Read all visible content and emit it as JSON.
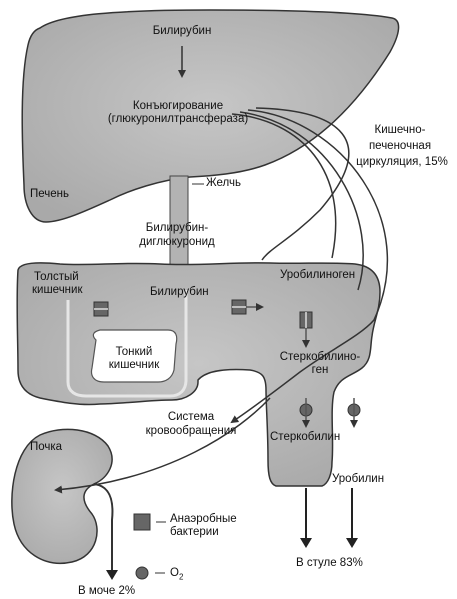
{
  "labels": {
    "bilirubin_liver": "Билирубин",
    "conjugation_line1": "Конъюгирование",
    "conjugation_line2": "(глюкуронилтрансфераза)",
    "liver": "Печень",
    "bile": "Желчь",
    "enterohepatic_line1": "Кишечно-",
    "enterohepatic_line2": "печеночная",
    "enterohepatic_line3": "циркуляция, 15%",
    "diglucuronide_line1": "Билирубин-",
    "diglucuronide_line2": "диглюкуронид",
    "large_intestine_line1": "Толстый",
    "large_intestine_line2": "кишечник",
    "bilirubin_intestine": "Билирубин",
    "urobilinogen": "Уробилиноген",
    "small_intestine_line1": "Тонкий",
    "small_intestine_line2": "кишечник",
    "stercobilinogen_line1": "Стеркобилино-",
    "stercobilinogen_line2": "ген",
    "circulation_line1": "Система",
    "circulation_line2": "кровообращения",
    "kidney": "Почка",
    "stercobilin": "Стеркобилин",
    "urobilin": "Уробилин",
    "legend_bacteria_line1": "Анаэробные",
    "legend_bacteria_line2": "бактерии",
    "legend_o2": "O",
    "legend_o2_sub": "2",
    "urine": "В моче 2%",
    "stool": "В стуле 83%"
  },
  "colors": {
    "organ_fill": "#b7b7b7",
    "organ_stroke": "#333333",
    "arrow": "#333333",
    "bacteria_fill": "#666666"
  }
}
